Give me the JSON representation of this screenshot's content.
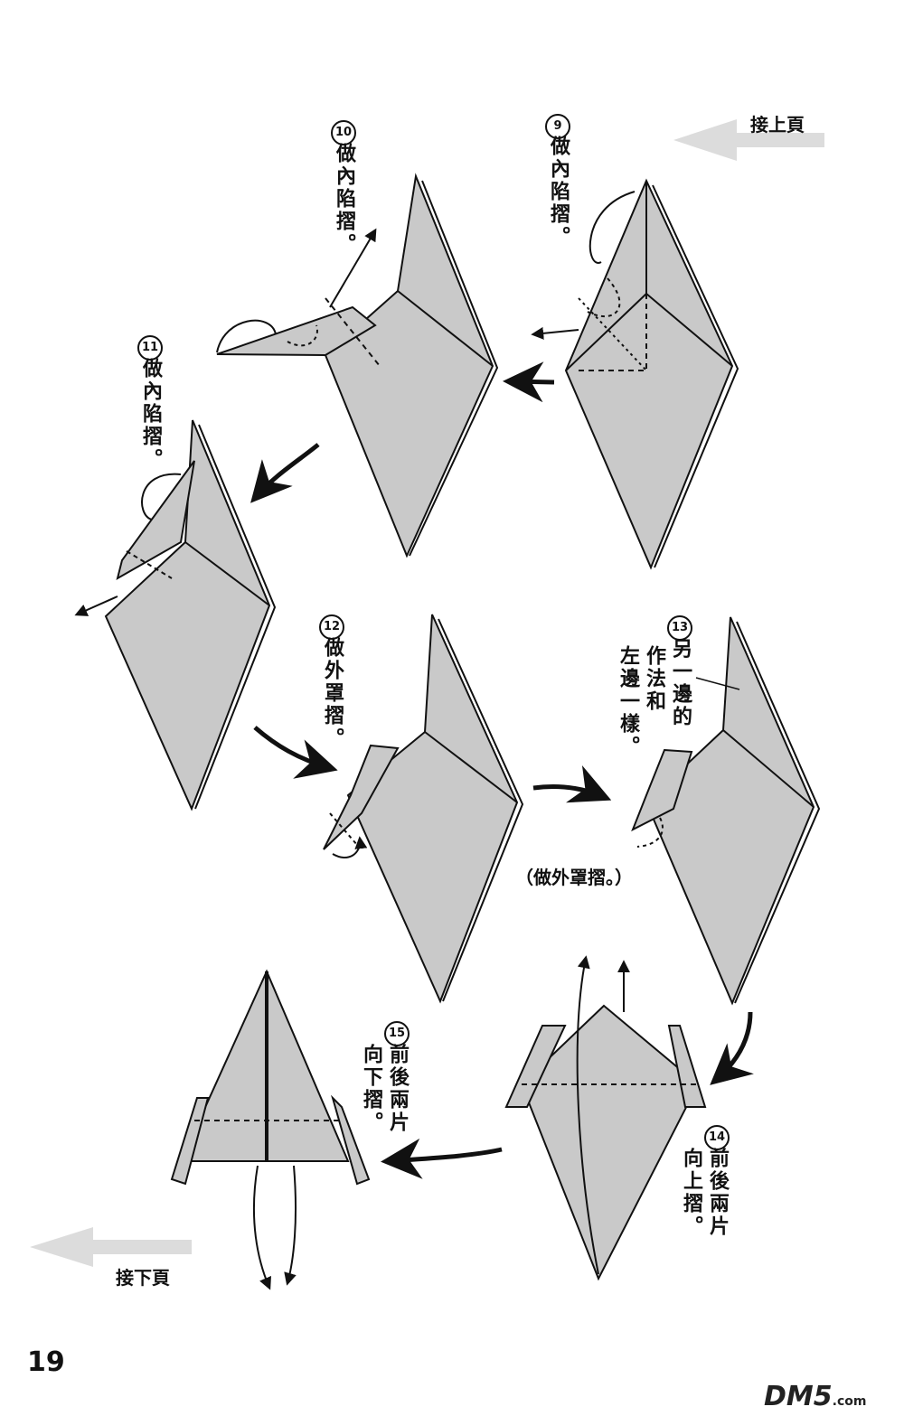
{
  "continue_from": "接上頁",
  "continue_to": "接下頁",
  "page_number": "19",
  "watermark": {
    "main": "DM5",
    "suffix": ".com"
  },
  "steps": [
    {
      "number": "9",
      "text": "做內陷摺。"
    },
    {
      "number": "10",
      "text": "做內陷摺。"
    },
    {
      "number": "11",
      "text": "做內陷摺。"
    },
    {
      "number": "12",
      "text": "做外罩摺。"
    },
    {
      "number": "13",
      "lines": [
        "另一邊的",
        "作法和",
        "左邊一樣。"
      ]
    },
    {
      "number": "14",
      "lines": [
        "前後兩片",
        "向上摺。"
      ]
    },
    {
      "number": "15",
      "lines": [
        "前後兩片",
        "向下摺。"
      ]
    }
  ],
  "note": "（做外罩摺。）",
  "colors": {
    "paper_fill": "#c9c9c9",
    "line": "#111111",
    "gray_arrow": "#d9d9d9"
  }
}
